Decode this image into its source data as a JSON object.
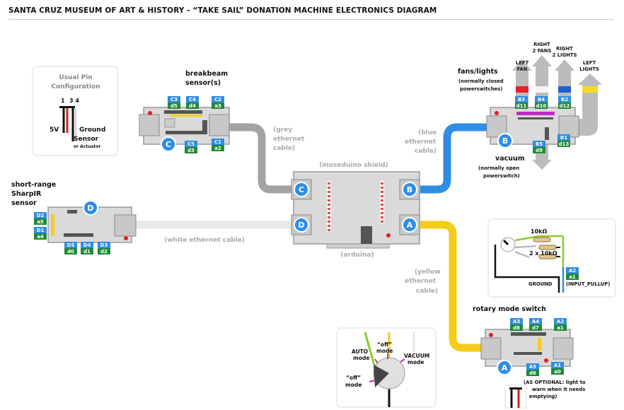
{
  "title": "SANTA CRUZ MUSEUM OF ART & HISTORY - “TAKE SAIL” DONATION MACHINE ELECTRONICS DIAGRAM",
  "pin_config": {
    "heading": "Usual Pin Configuration",
    "heading_line1": "Usual Pin",
    "heading_line2": "Configuration",
    "pin1": "1",
    "pin34": "3 4",
    "five_v": "5V",
    "ground": "Ground",
    "sensor": "Sensor",
    "or_actuator": "or Actuator"
  },
  "shield": {
    "label": "(museduino shield)",
    "arduino": "(arduino)",
    "ports": {
      "B": "B",
      "C": "C",
      "D": "D",
      "A": "A"
    }
  },
  "breakbeam": {
    "label_line1": "breakbeam",
    "label_line2": "sensor(s)",
    "port": "C",
    "pins": [
      {
        "top": "C3",
        "bottom": "d5"
      },
      {
        "top": "C4",
        "bottom": "d4"
      },
      {
        "top": "C2",
        "bottom": "a3"
      },
      {
        "top": "C5",
        "bottom": "d3"
      },
      {
        "top": "C1",
        "bottom": "a2"
      }
    ]
  },
  "sharpir": {
    "label_line1": "short-range",
    "label_line2": "SharpIR",
    "label_line3": "sensor",
    "port": "D",
    "pins": [
      {
        "top": "D2",
        "bottom": "a5"
      },
      {
        "top": "D1",
        "bottom": "a4"
      },
      {
        "top": "D5",
        "bottom": "d0"
      },
      {
        "top": "D4",
        "bottom": "d1"
      },
      {
        "top": "D3",
        "bottom": "d2"
      }
    ]
  },
  "fans": {
    "label": "fans/lights",
    "note_line1": "(normally closed",
    "note_line2": "powerswitches)",
    "port": "B",
    "pins": [
      {
        "top": "B3",
        "bottom": "d11"
      },
      {
        "top": "B4",
        "bottom": "d10"
      },
      {
        "top": "B2",
        "bottom": "d12"
      },
      {
        "top": "B5",
        "bottom": "d9"
      },
      {
        "top": "B1",
        "bottom": "d13"
      }
    ],
    "arrows": {
      "left_fan_1": "LEFT",
      "left_fan_2": "FAN",
      "right_fans_1": "RIGHT",
      "right_fans_2": "2 FANS",
      "right_lights_1": "RIGHT",
      "right_lights_2": "2 LIGHTS",
      "left_lights_1": "LEFT",
      "left_lights_2": "LIGHTS"
    },
    "vacuum": "vacuum",
    "vacuum_note_line1": "(normally open",
    "vacuum_note_line2": "powerswitch)"
  },
  "cables": {
    "grey_1": "(grey",
    "grey_2": "ethernet",
    "grey_3": "cable)",
    "blue_1": "(blue",
    "blue_2": "ethernet",
    "blue_3": "cable)",
    "white": "(white ethernet cable)",
    "yellow_1": "(yellow",
    "yellow_2": "ethernet",
    "yellow_3": "cable)"
  },
  "rotary": {
    "label": "rotary mode switch",
    "port": "A",
    "pins": [
      {
        "top": "A3",
        "bottom": "d8"
      },
      {
        "top": "A4",
        "bottom": "d7"
      },
      {
        "top": "A2",
        "bottom": "a1"
      },
      {
        "top": "A5",
        "bottom": "d6"
      },
      {
        "top": "A1",
        "bottom": "a0"
      }
    ],
    "optional_line1": "(AS OPTIONAL: light to",
    "optional_line2": "warn when it needs",
    "optional_line3": "emptying)",
    "modes": {
      "auto_1": "AUTO",
      "auto_2": "mode",
      "off_top_1": "“off”",
      "off_top_2": "mode",
      "vacuum_1": "VACUUM",
      "vacuum_2": "mode",
      "off_left_1": "“off”",
      "off_left_2": "mode"
    }
  },
  "resistor_box": {
    "r1": "10kΩ",
    "r2": "2 x 10kΩ",
    "pin_top": "A2",
    "pin_bottom": "a1",
    "ground": "GROUND",
    "pullup": "(INPUT_PULLUP)"
  }
}
